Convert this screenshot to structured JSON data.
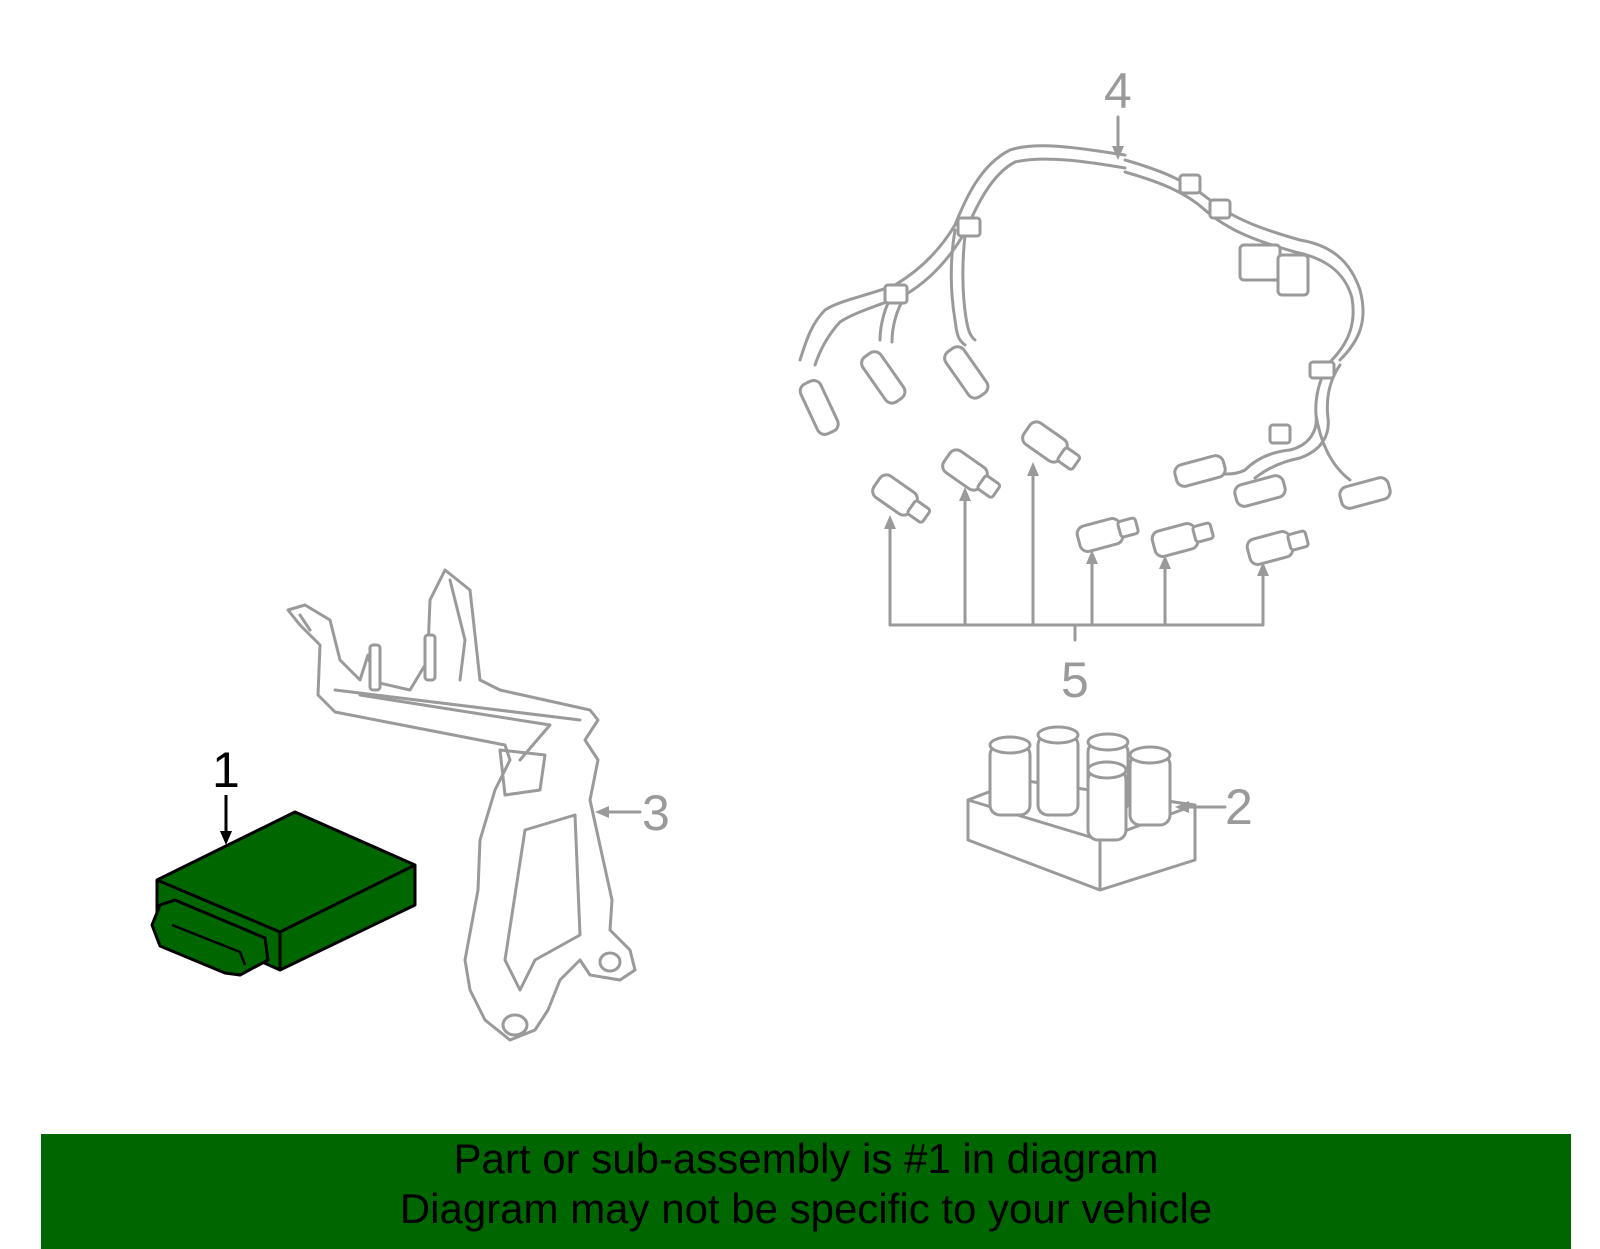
{
  "callouts": [
    {
      "id": "1",
      "label": "1",
      "highlighted": true
    },
    {
      "id": "2",
      "label": "2",
      "highlighted": false
    },
    {
      "id": "3",
      "label": "3",
      "highlighted": false
    },
    {
      "id": "4",
      "label": "4",
      "highlighted": false
    },
    {
      "id": "5",
      "label": "5",
      "highlighted": false
    }
  ],
  "banner": {
    "line1": "Part or sub-assembly is #1 in diagram",
    "line2": "Diagram may not be specific to your vehicle"
  },
  "colors": {
    "highlight_part": "#006600",
    "banner_bg": "#006600",
    "line_art": "#9a9a9a",
    "highlight_callout": "#000000"
  }
}
